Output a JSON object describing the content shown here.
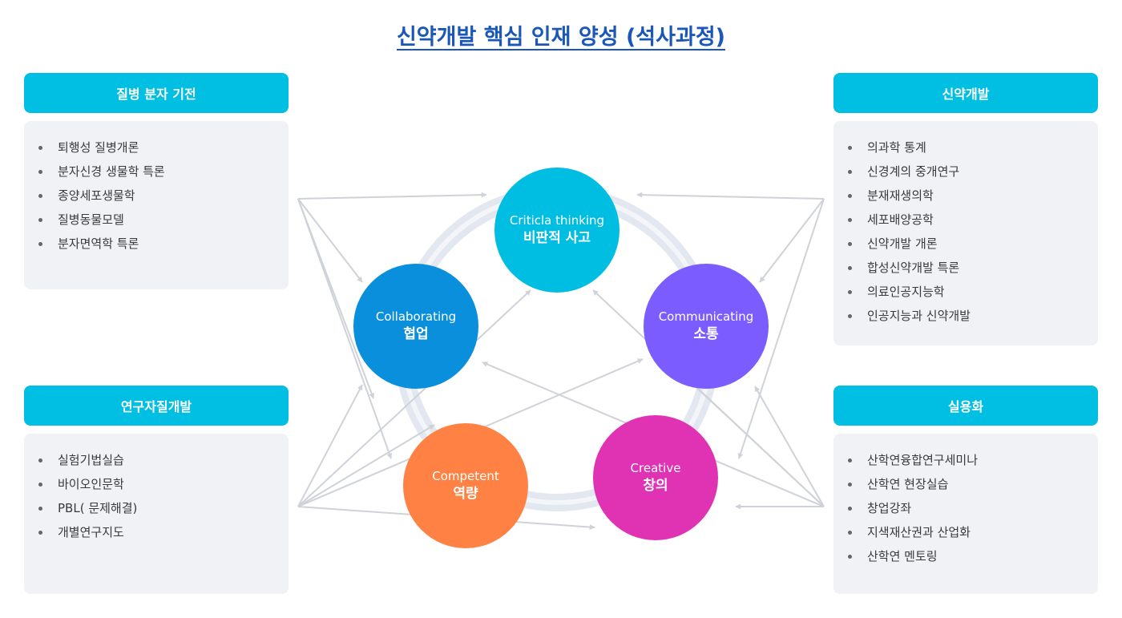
{
  "title": "신약개발 핵심 인재 양성 (석사과정)",
  "panels": {
    "left_top": {
      "header": "질병 분자 기전",
      "items": [
        "퇴행성 질병개론",
        "분자신경 생물학 특론",
        "종양세포생물학",
        "질병동물모델",
        "분자면역학 특론"
      ]
    },
    "left_bottom": {
      "header": "연구자질개발",
      "items": [
        "실험기법실습",
        "바이오인문학",
        "PBL( 문제해결)",
        "개별연구지도"
      ]
    },
    "right_top": {
      "header": "신약개발",
      "items": [
        "의과학 통계",
        "신경계의 중개연구",
        "분재재생의학",
        "세포배양공학",
        "신약개발 개론",
        "합성신약개발 특론",
        "의료인공지능학",
        "인공지능과 신약개발"
      ]
    },
    "right_bottom": {
      "header": "실용화",
      "items": [
        "산학연융합연구세미나",
        "산학연 현장실습",
        "창업강좌",
        "지색재산권과 산업화",
        "산학연 멘토링"
      ]
    }
  },
  "nodes": {
    "critical": {
      "en": "Criticla thinking",
      "ko": "비판적 사고",
      "color": "#00bde2"
    },
    "collaborating": {
      "en": "Collaborating",
      "ko": "협업",
      "color": "#0a8fdc"
    },
    "communicating": {
      "en": "Communicating",
      "ko": "소통",
      "color": "#7b5cff"
    },
    "competent": {
      "en": "Competent",
      "ko": "역량",
      "color": "#ff8144"
    },
    "creative": {
      "en": "Creative",
      "ko": "창의",
      "color": "#e033b4"
    }
  },
  "colors": {
    "title": "#1a57b8",
    "header": "#00bfe3",
    "panel_bg": "#f1f2f5",
    "arrow": "#cfd2d8",
    "ring": "#e3e8f0"
  }
}
